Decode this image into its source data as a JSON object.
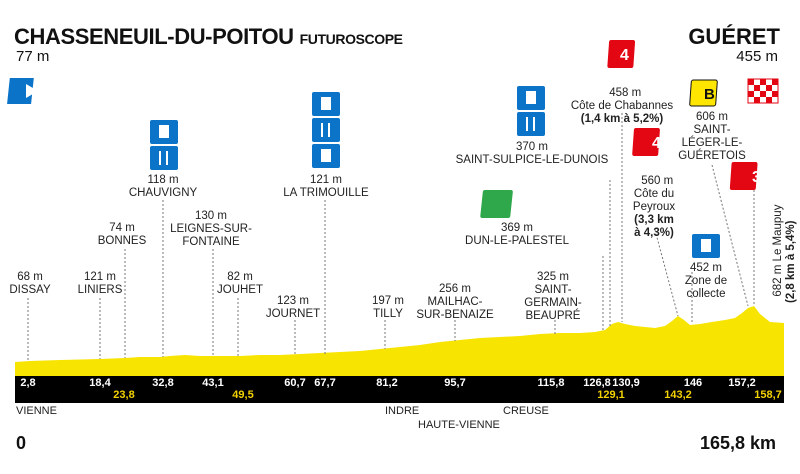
{
  "start": {
    "name": "CHASSENEUIL-DU-POITOU",
    "sub": "FUTUROSCOPE",
    "altitude": "77 m"
  },
  "finish": {
    "name": "GUÉRET",
    "altitude": "455 m"
  },
  "distance": {
    "start": "0",
    "end": "165,8 km"
  },
  "colors": {
    "profile": "#f7e400",
    "band": "#000000",
    "km_text": "#ffffff",
    "km_alt": "#f3d200",
    "feed": "#0b74c9",
    "climb4": "#e30613",
    "sprint": "#2ea84a",
    "bonus": "#ffe600"
  },
  "places": [
    {
      "name": "68 m\nDISSAY"
    },
    {
      "name": "121 m\nLINIERS"
    },
    {
      "name": "74 m\nBONNES"
    },
    {
      "name": "118 m\nCHAUVIGNY"
    },
    {
      "name": "130 m\nLEIGNES-SUR-\nFONTAINE"
    },
    {
      "name": "82 m\nJOUHET"
    },
    {
      "name": "123 m\nJOURNET"
    },
    {
      "name": "121 m\nLA TRIMOUILLE"
    },
    {
      "name": "197 m\nTILLY"
    },
    {
      "name": "256 m\nMAILHAC-\nSUR-BENAIZE"
    },
    {
      "name": "325 m\nSAINT-\nGERMAIN-\nBEAUPRÉ"
    },
    {
      "name": "369 m\nDUN-LE-PALESTEL"
    },
    {
      "name": "370 m\nSAINT-SULPICE-LE-DUNOIS"
    },
    {
      "name": "458 m\nCôte de Chabannes",
      "detail": "(1,4 km à 5,2%)"
    },
    {
      "name": "560 m\nCôte du\nPeyroux",
      "detail": "(3,3 km\nà 4,3%)"
    },
    {
      "name": "452 m\nZone de\ncollecte"
    },
    {
      "name": "606 m\nSAINT-\nLÉGER-LE-\nGUÉRETOIS"
    },
    {
      "name": "682 m Le Maupuy",
      "detail": "(2,8 km à 5,4%)"
    }
  ],
  "km_top": [
    "2,8",
    "18,4",
    "32,8",
    "43,1",
    "60,7",
    "67,7",
    "81,2",
    "95,7",
    "115,8",
    "126,8",
    "130,9",
    "146",
    "157,2"
  ],
  "km_bottom": [
    "23,8",
    "49,5",
    "129,1",
    "143,2",
    "158,7"
  ],
  "regions": [
    "VIENNE",
    "INDRE",
    "HAUTE-VIENNE",
    "CREUSE"
  ],
  "badges": {
    "climb_4a": "4",
    "climb_4b": "4",
    "climb_3": "3",
    "sprint": "S",
    "bonus": "B"
  }
}
